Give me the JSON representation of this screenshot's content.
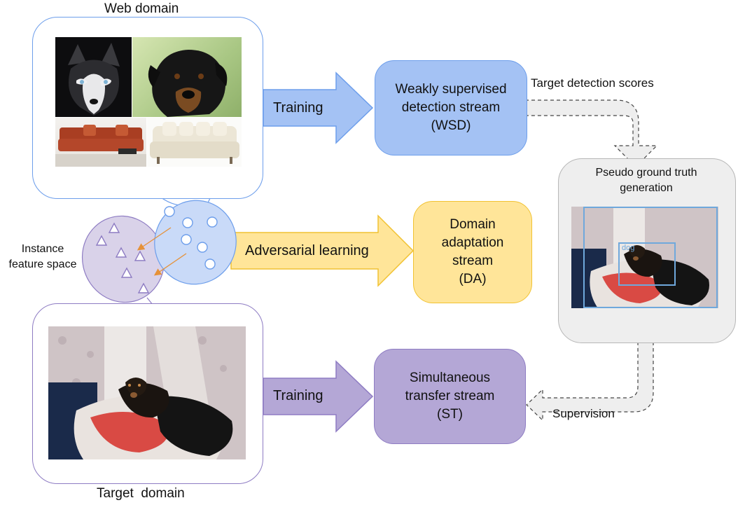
{
  "web_domain": {
    "title": "Web domain",
    "images": [
      "husky-photo",
      "rottweiler-photo",
      "red-sofa-photo",
      "white-sofa-photo"
    ]
  },
  "target_domain": {
    "title": "Target  domain",
    "image": "dachshund-on-bed-photo"
  },
  "feature_space": {
    "label_line1": "Instance",
    "label_line2": "feature space"
  },
  "arrows": {
    "training_top": "Training",
    "adversarial": "Adversarial learning",
    "training_bottom": "Training"
  },
  "streams": {
    "wsd": {
      "line1": "Weakly supervised",
      "line2": "detection stream",
      "line3": "(WSD)",
      "color": "#a4c2f4",
      "border": "#6d9eeb"
    },
    "da": {
      "line1": "Domain",
      "line2": "adaptation",
      "line3": "stream",
      "line4": "(DA)",
      "color": "#ffe599",
      "border": "#f1c232"
    },
    "st": {
      "line1": "Simultaneous",
      "line2": "transfer stream",
      "line3": "(ST)",
      "color": "#b4a7d6",
      "border": "#8e7cc3"
    }
  },
  "pseudo_gt": {
    "line1": "Pseudo ground truth",
    "line2": "generation",
    "box_label": "dog"
  },
  "annotations": {
    "target_scores": "Target detection scores",
    "supervision": "Supervision"
  },
  "colors": {
    "blue_frame": "#6d9eeb",
    "purple_frame": "#8e7cc3",
    "arrow_blue": "#a4c2f4",
    "arrow_yellow": "#ffe599",
    "arrow_purple": "#b4a7d6",
    "ellipse_blue": "#c9daf8",
    "ellipse_purple": "#d9d2e9",
    "orange_arrow": "#e69138"
  }
}
